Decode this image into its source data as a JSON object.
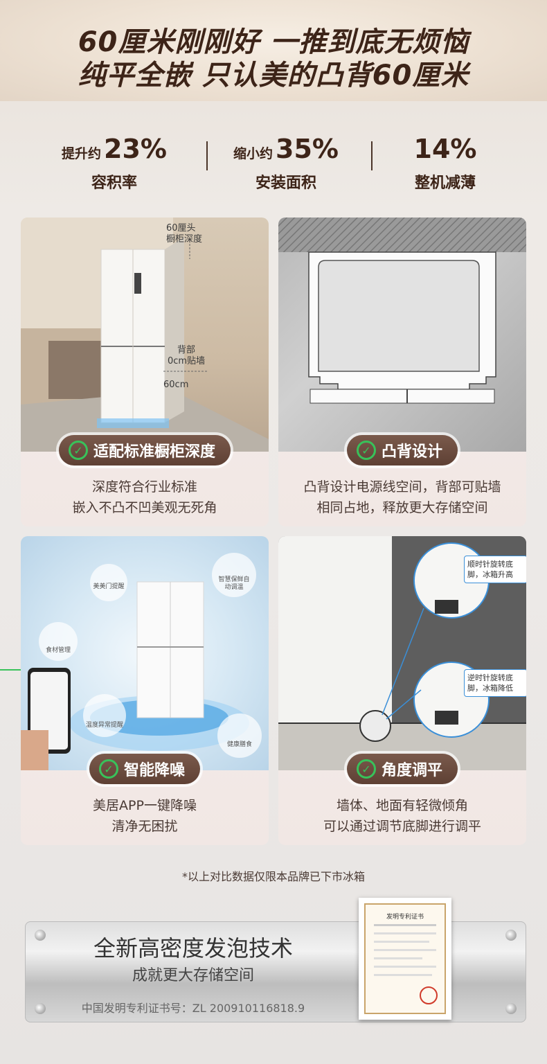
{
  "banner": {
    "line1": "60厘米刚刚好 一推到底无烦恼",
    "line2": "纯平全嵌  只认美的凸背60厘米"
  },
  "stats": [
    {
      "prefix": "提升约",
      "value": "23%",
      "label": "容积率"
    },
    {
      "prefix": "缩小约",
      "value": "35%",
      "label": "安装面积"
    },
    {
      "prefix": "",
      "value": "14%",
      "label": "整机减薄"
    }
  ],
  "cards": [
    {
      "title": "适配标准橱柜深度",
      "desc_line1": "深度符合行业标准",
      "desc_line2": "嵌入不凸不凹美观无死角",
      "annotations": {
        "depth_top_1": "60厘头",
        "depth_top_2": "橱柜深度",
        "back_1": "背部",
        "back_2": "0cm贴墙",
        "width": "60cm"
      }
    },
    {
      "title": "凸背设计",
      "desc_line1": "凸背设计电源线空间，背部可贴墙",
      "desc_line2": "相同占地，释放更大存储空间"
    },
    {
      "title": "智能降噪",
      "desc_line1": "美居APP一键降噪",
      "desc_line2": "清净无困扰",
      "bubbles": [
        "美美门提醒",
        "智慧保鲜自动调温",
        "食材管理",
        "温度异常提醒",
        "健康膳食"
      ]
    },
    {
      "title": "角度调平",
      "desc_line1": "墙体、地面有轻微倾角",
      "desc_line2": "可以通过调节底脚进行调平",
      "callouts": [
        "顺时针旋转底脚，冰箱升高",
        "逆时针旋转底脚，冰箱降低"
      ]
    }
  ],
  "footnote": "*以上对比数据仅限本品牌已下市冰箱",
  "panel": {
    "title": "全新高密度发泡技术",
    "subtitle": "成就更大存储空间",
    "patent": "中国发明专利证书号：ZL 200910116818.9",
    "cert_title": "发明专利证书"
  },
  "colors": {
    "accent_green": "#38c25a",
    "pill_brown": "#6a4a3e",
    "heading": "#3d2418"
  }
}
